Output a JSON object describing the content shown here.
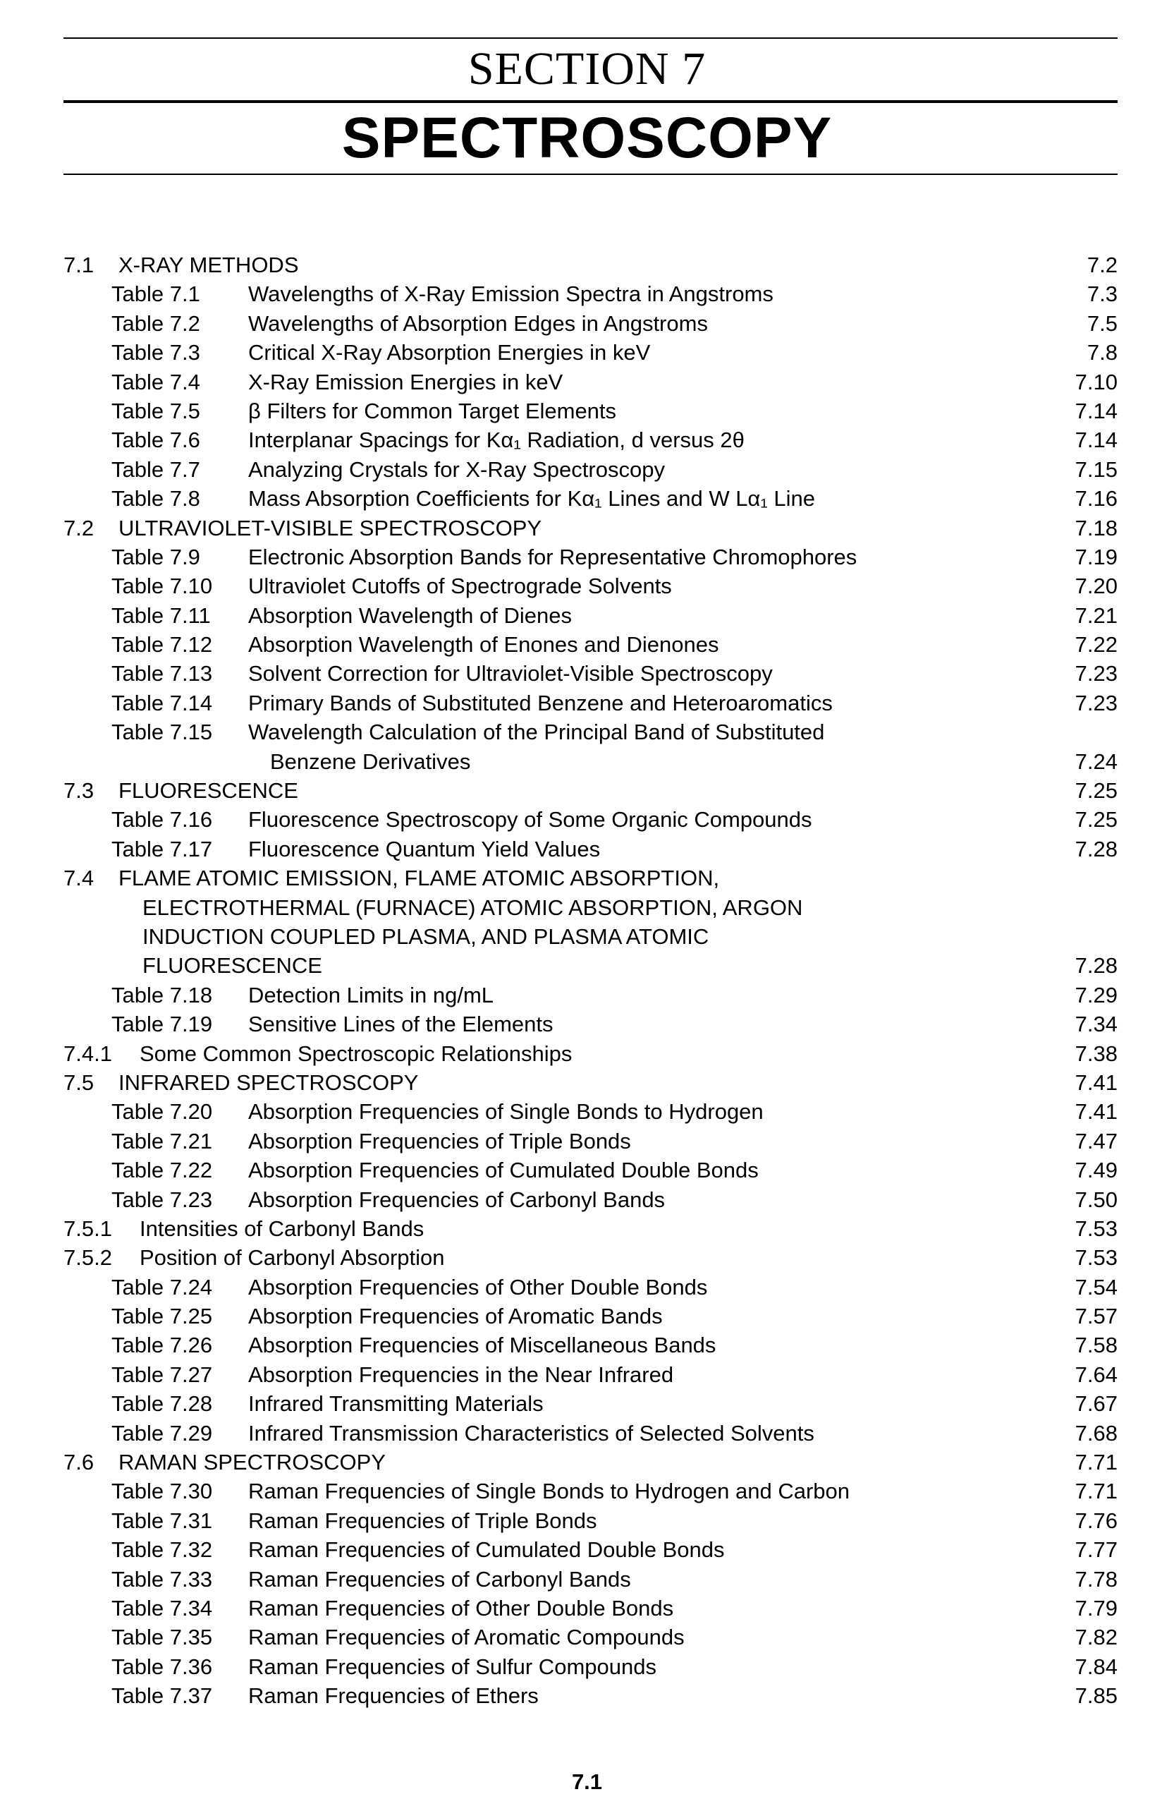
{
  "header": {
    "section_label": "SECTION 7",
    "section_name": "SPECTROSCOPY"
  },
  "toc": [
    {
      "type": "sec",
      "num": "7.1",
      "title": "X-RAY METHODS",
      "page": "7.2"
    },
    {
      "type": "tbl",
      "num": "Table 7.1",
      "title": "Wavelengths of X-Ray Emission Spectra in Angstroms",
      "page": "7.3"
    },
    {
      "type": "tbl",
      "num": "Table 7.2",
      "title": "Wavelengths of Absorption Edges in Angstroms",
      "page": "7.5"
    },
    {
      "type": "tbl",
      "num": "Table 7.3",
      "title": "Critical X-Ray Absorption Energies in keV",
      "page": "7.8"
    },
    {
      "type": "tbl",
      "num": "Table 7.4",
      "title": "X-Ray Emission Energies in keV",
      "page": "7.10"
    },
    {
      "type": "tbl",
      "num": "Table 7.5",
      "title": "β Filters for Common Target Elements",
      "page": "7.14"
    },
    {
      "type": "tbl",
      "num": "Table 7.6",
      "title": "Interplanar Spacings for Kα₁ Radiation, d versus 2θ",
      "page": "7.14"
    },
    {
      "type": "tbl",
      "num": "Table 7.7",
      "title": "Analyzing Crystals for X-Ray Spectroscopy",
      "page": "7.15"
    },
    {
      "type": "tbl",
      "num": "Table 7.8",
      "title": "Mass Absorption Coefficients for Kα₁ Lines and W Lα₁ Line",
      "page": "7.16"
    },
    {
      "type": "sec",
      "num": "7.2",
      "title": "ULTRAVIOLET-VISIBLE SPECTROSCOPY",
      "page": "7.18"
    },
    {
      "type": "tbl",
      "num": "Table 7.9",
      "title": "Electronic Absorption Bands for Representative Chromophores",
      "page": "7.19"
    },
    {
      "type": "tbl",
      "num": "Table 7.10",
      "title": "Ultraviolet Cutoffs of Spectrograde Solvents",
      "page": "7.20"
    },
    {
      "type": "tbl",
      "num": "Table 7.11",
      "title": "Absorption Wavelength of Dienes",
      "page": "7.21"
    },
    {
      "type": "tbl",
      "num": "Table 7.12",
      "title": "Absorption Wavelength of Enones and Dienones",
      "page": "7.22"
    },
    {
      "type": "tbl",
      "num": "Table 7.13",
      "title": "Solvent Correction for Ultraviolet-Visible Spectroscopy",
      "page": "7.23"
    },
    {
      "type": "tbl",
      "num": "Table 7.14",
      "title": "Primary Bands of Substituted Benzene and Heteroaromatics",
      "page": "7.23"
    },
    {
      "type": "tbl",
      "num": "Table 7.15",
      "title": "Wavelength Calculation of the Principal Band of Substituted",
      "page": ""
    },
    {
      "type": "tcont",
      "num": "",
      "title": "Benzene Derivatives",
      "page": "7.24"
    },
    {
      "type": "sec",
      "num": "7.3",
      "title": "FLUORESCENCE",
      "page": "7.25"
    },
    {
      "type": "tbl",
      "num": "Table 7.16",
      "title": "Fluorescence Spectroscopy of Some Organic Compounds",
      "page": "7.25"
    },
    {
      "type": "tbl",
      "num": "Table 7.17",
      "title": "Fluorescence Quantum Yield Values",
      "page": "7.28"
    },
    {
      "type": "sec",
      "num": "7.4",
      "title": "FLAME ATOMIC EMISSION, FLAME ATOMIC ABSORPTION,",
      "page": ""
    },
    {
      "type": "cont",
      "num": "",
      "title": "ELECTROTHERMAL (FURNACE) ATOMIC ABSORPTION, ARGON",
      "page": ""
    },
    {
      "type": "cont",
      "num": "",
      "title": "INDUCTION COUPLED PLASMA, AND PLASMA ATOMIC",
      "page": ""
    },
    {
      "type": "cont",
      "num": "",
      "title": "FLUORESCENCE",
      "page": "7.28"
    },
    {
      "type": "tbl",
      "num": "Table 7.18",
      "title": "Detection Limits in ng/mL",
      "page": "7.29"
    },
    {
      "type": "tbl",
      "num": "Table 7.19",
      "title": "Sensitive Lines of the Elements",
      "page": "7.34"
    },
    {
      "type": "sub",
      "num": "7.4.1",
      "title": "Some Common Spectroscopic Relationships",
      "page": "7.38"
    },
    {
      "type": "sec",
      "num": "7.5",
      "title": "INFRARED SPECTROSCOPY",
      "page": "7.41"
    },
    {
      "type": "tbl",
      "num": "Table 7.20",
      "title": "Absorption Frequencies of Single Bonds to Hydrogen",
      "page": "7.41"
    },
    {
      "type": "tbl",
      "num": "Table 7.21",
      "title": "Absorption Frequencies of Triple Bonds",
      "page": "7.47"
    },
    {
      "type": "tbl",
      "num": "Table 7.22",
      "title": "Absorption Frequencies of Cumulated Double Bonds",
      "page": "7.49"
    },
    {
      "type": "tbl",
      "num": "Table 7.23",
      "title": "Absorption Frequencies of Carbonyl Bands",
      "page": "7.50"
    },
    {
      "type": "sub",
      "num": "7.5.1",
      "title": "Intensities of Carbonyl Bands",
      "page": "7.53"
    },
    {
      "type": "sub",
      "num": "7.5.2",
      "title": "Position of Carbonyl Absorption",
      "page": "7.53"
    },
    {
      "type": "tbl",
      "num": "Table 7.24",
      "title": "Absorption Frequencies of Other Double Bonds",
      "page": "7.54"
    },
    {
      "type": "tbl",
      "num": "Table 7.25",
      "title": "Absorption Frequencies of Aromatic Bands",
      "page": "7.57"
    },
    {
      "type": "tbl",
      "num": "Table 7.26",
      "title": "Absorption Frequencies of Miscellaneous Bands",
      "page": "7.58"
    },
    {
      "type": "tbl",
      "num": "Table 7.27",
      "title": "Absorption Frequencies in the Near Infrared",
      "page": "7.64"
    },
    {
      "type": "tbl",
      "num": "Table 7.28",
      "title": "Infrared Transmitting Materials",
      "page": "7.67"
    },
    {
      "type": "tbl",
      "num": "Table 7.29",
      "title": "Infrared Transmission Characteristics of Selected Solvents",
      "page": "7.68"
    },
    {
      "type": "sec",
      "num": "7.6",
      "title": "RAMAN SPECTROSCOPY",
      "page": "7.71"
    },
    {
      "type": "tbl",
      "num": "Table 7.30",
      "title": "Raman Frequencies of Single Bonds to Hydrogen and Carbon",
      "page": "7.71"
    },
    {
      "type": "tbl",
      "num": "Table 7.31",
      "title": "Raman Frequencies of Triple Bonds",
      "page": "7.76"
    },
    {
      "type": "tbl",
      "num": "Table 7.32",
      "title": "Raman Frequencies of Cumulated Double Bonds",
      "page": "7.77"
    },
    {
      "type": "tbl",
      "num": "Table 7.33",
      "title": "Raman Frequencies of Carbonyl Bands",
      "page": "7.78"
    },
    {
      "type": "tbl",
      "num": "Table 7.34",
      "title": "Raman Frequencies of Other Double Bonds",
      "page": "7.79"
    },
    {
      "type": "tbl",
      "num": "Table 7.35",
      "title": "Raman Frequencies of Aromatic Compounds",
      "page": "7.82"
    },
    {
      "type": "tbl",
      "num": "Table 7.36",
      "title": "Raman Frequencies of Sulfur Compounds",
      "page": "7.84"
    },
    {
      "type": "tbl",
      "num": "Table 7.37",
      "title": "Raman Frequencies of Ethers",
      "page": "7.85"
    }
  ],
  "footer": {
    "page_number": "7.1"
  }
}
